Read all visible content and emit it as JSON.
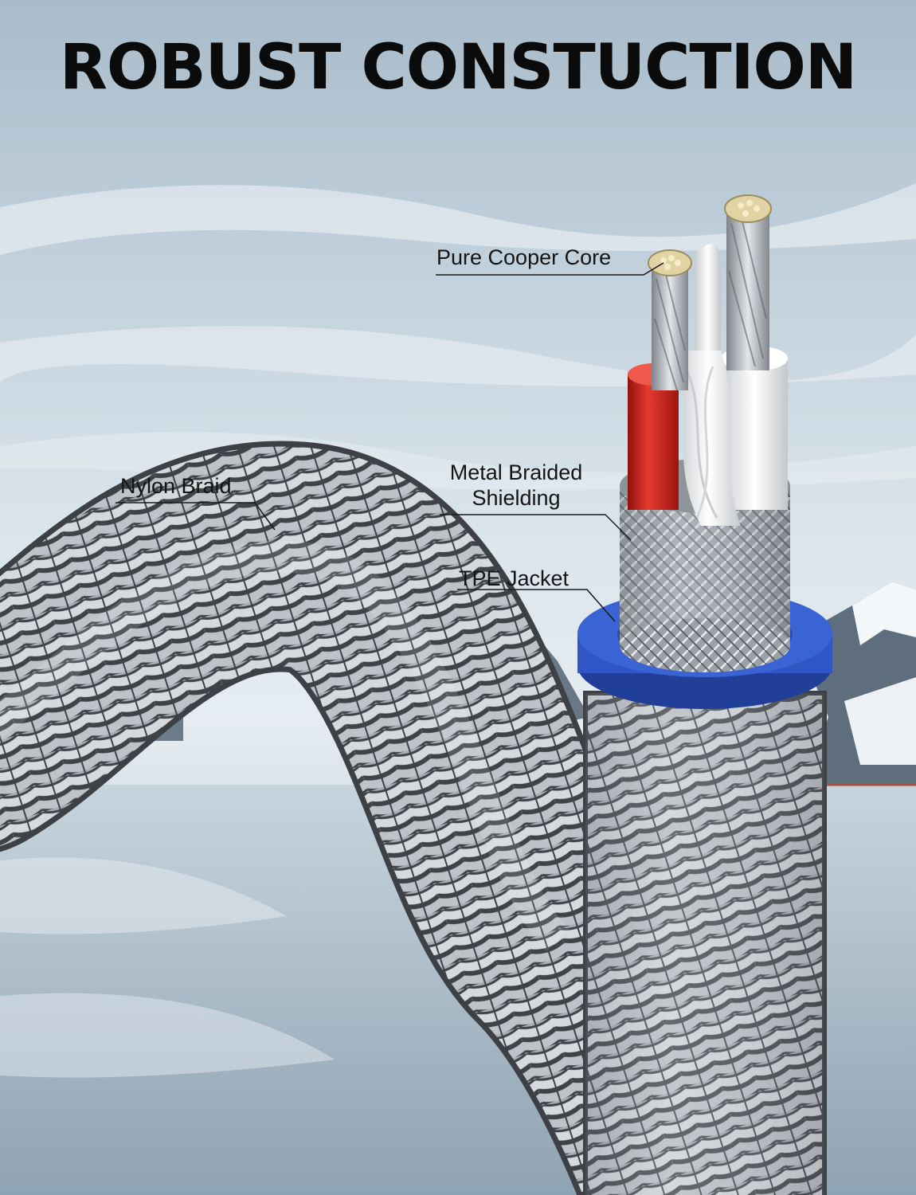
{
  "title": "ROBUST CONSTUCTION",
  "labels": {
    "core": "Pure Cooper Core",
    "shield_line1": "Metal Braided",
    "shield_line2": "Shielding",
    "jacket": "TPE Jacket",
    "braid": "Nylon Braid"
  },
  "colors": {
    "sky_top": "#a9bccb",
    "sky_bottom": "#e6edf2",
    "road": "#b7c5d0",
    "braid": "#a9aeb4",
    "braid_dark": "#4a4e53",
    "jacket": "#2f56c4",
    "red_wire": "#d4261f",
    "white_wire": "#f6f6f6",
    "copper": "#e2d3a4",
    "title": "#0b0b0b"
  }
}
